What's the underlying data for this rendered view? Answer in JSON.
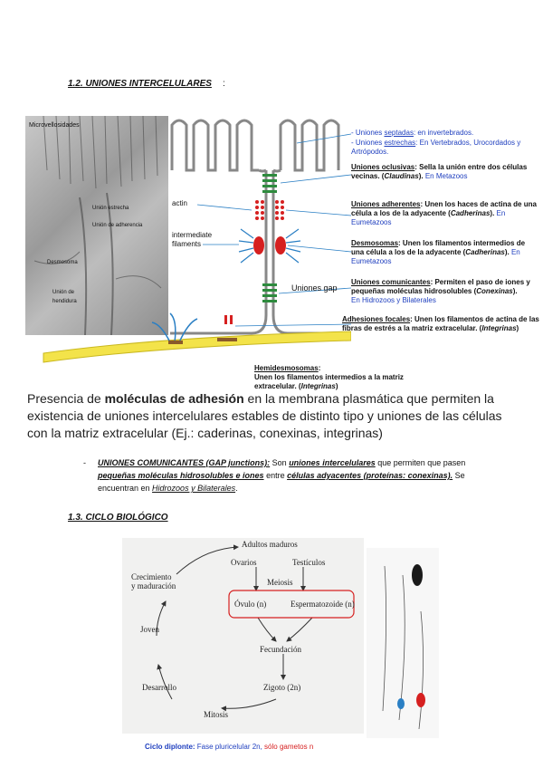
{
  "section_1_2": {
    "title": "1.2. UNIONES INTERCELULARES",
    "suffix": ":"
  },
  "micrograph": {
    "labels": [
      "Microvellosidades",
      "Unión estrecha",
      "Unión de adherencia",
      "Desmosoma",
      "Unión de hendidura"
    ]
  },
  "diagram": {
    "actin": "actin",
    "intermediate": "intermediate\nfilaments",
    "gap": "Uniones gap"
  },
  "annotations": {
    "septadas": {
      "pre": "- Uniones ",
      "term": "septadas",
      "post": ": en invertebrados."
    },
    "estrechas": {
      "pre": "- Uniones ",
      "term": "estrechas",
      "post": ": En Vertebrados, Urocordados y Artrópodos."
    },
    "oclusivas": {
      "term": "Uniones oclusivas",
      "desc": ": Sella la unión entre dos células vecinas. (",
      "prot": "Claudinas",
      "close": ").",
      "taxa": " En Metazoos"
    },
    "adherentes": {
      "term": "Uniones adherentes",
      "desc": ": Unen los haces de actina de una célula a los de la adyacente (",
      "prot": "Cadherinas",
      "close": ").",
      "taxa": " En Eumetazoos"
    },
    "desmosomas": {
      "term": "Desmosomas",
      "desc": ": Unen los filamentos intermedios de una célula a los de la adyacente (",
      "prot": "Cadherinas",
      "close": ").",
      "taxa": " En Eumetazoos"
    },
    "comunicantes": {
      "term": "Uniones comunicantes",
      "desc": ": Permiten el paso de iones y pequeñas moléculas hidrosolubles (",
      "prot": "Conexinas",
      "close": ").",
      "taxa": "En Hidrozoos y Bilaterales"
    },
    "adhesiones": {
      "term": "Adhesiones focales",
      "desc": ": Unen los filamentos de actina de las fibras de estrés a la matriz extracelular. (",
      "prot": "Integrinas",
      "close": ")"
    },
    "hemidesmosomas": {
      "term": "Hemidesmosomas",
      "desc": ":\nUnen los filamentos intermedios a la matriz extracelular. (",
      "prot": "Integrinas",
      "close": ")"
    }
  },
  "presence": {
    "pre": "Presencia de ",
    "bold": "moléculas de adhesión",
    "post": " en la membrana plasmática que  permiten la existencia de uniones intercelulares estables de distinto tipo y uniones de las células con la matriz extracelular (Ej.: caderinas, conexinas, integrinas)"
  },
  "bullet": {
    "dash": "-",
    "title": "UNIONES COMUNICANTES (GAP junctions):",
    "t1": " Son ",
    "u1": "uniones intercelulares",
    "t2": " que permiten que pasen ",
    "u2": "pequeñas moléculas hidrosolubles e iones",
    "t3": " entre ",
    "u3": "células adyacentes (proteínas: conexinas).",
    "t4": " Se encuentran en ",
    "u4": "Hidrozoos y Bilaterales",
    "t5": "."
  },
  "section_1_3": {
    "title": "1.3. CICLO BIOLÓGICO"
  },
  "cycle": {
    "adultos": "Adultos maduros",
    "ovarios": "Ovarios",
    "testiculos": "Testículos",
    "meiosis": "Meiosis",
    "ovulo": "Óvulo (n)",
    "esperma": "Espermatozoide (n)",
    "fecundacion": "Fecundación",
    "cigoto": "Zigoto (2n)",
    "mitosis": "Mitosis",
    "desarrollo": "Desarrollo",
    "joven": "Joven",
    "crecimiento": "Crecimiento\ny maduración"
  },
  "caption": {
    "blue": "Ciclo diplonte:",
    "black": " Fase pluricelular 2n,",
    "red": " sólo gametos n"
  },
  "colors": {
    "blue": "#1f3fbf",
    "red": "#d62020",
    "green": "#2e8b3e",
    "yellow": "#f3e34a",
    "cyan": "#2a7fc4"
  }
}
